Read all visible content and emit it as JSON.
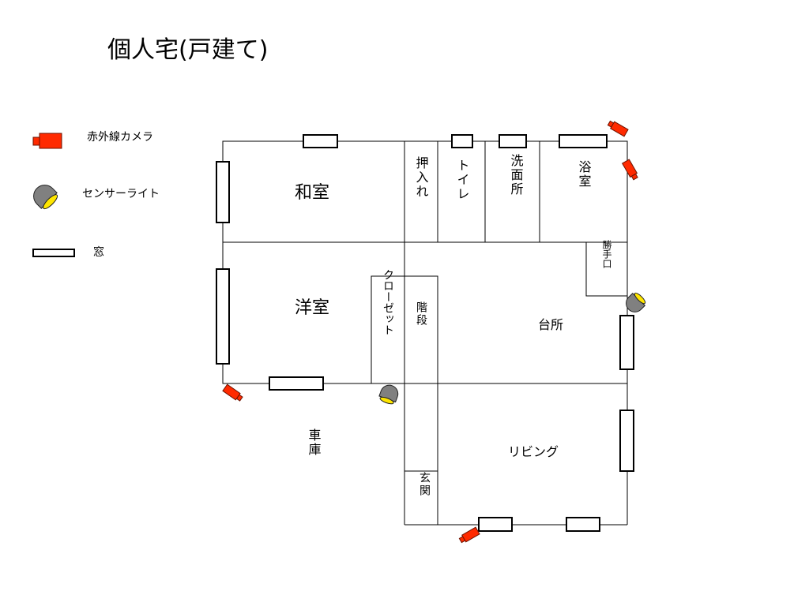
{
  "title": "個人宅(戸建て)",
  "legend": {
    "camera": "赤外線カメラ",
    "sensor": "センサーライト",
    "window": "窓"
  },
  "rooms": {
    "washitsu": "和室",
    "oshiire": "押入れ",
    "toilet": "トイレ",
    "senmenjo": "洗面所",
    "yokushitsu": "浴室",
    "katteguchi": "勝手口",
    "yoshitsu": "洋室",
    "closet": "クローゼット",
    "kaidan": "階段",
    "daidokoro": "台所",
    "shako": "車庫",
    "living": "リビング",
    "genkan": "玄関"
  },
  "colors": {
    "camera": "#ff2a00",
    "sensor_body": "#808080",
    "sensor_lens": "#ffe600"
  },
  "icons": [
    "infrared-camera-icon",
    "sensor-light-icon",
    "window-icon"
  ]
}
